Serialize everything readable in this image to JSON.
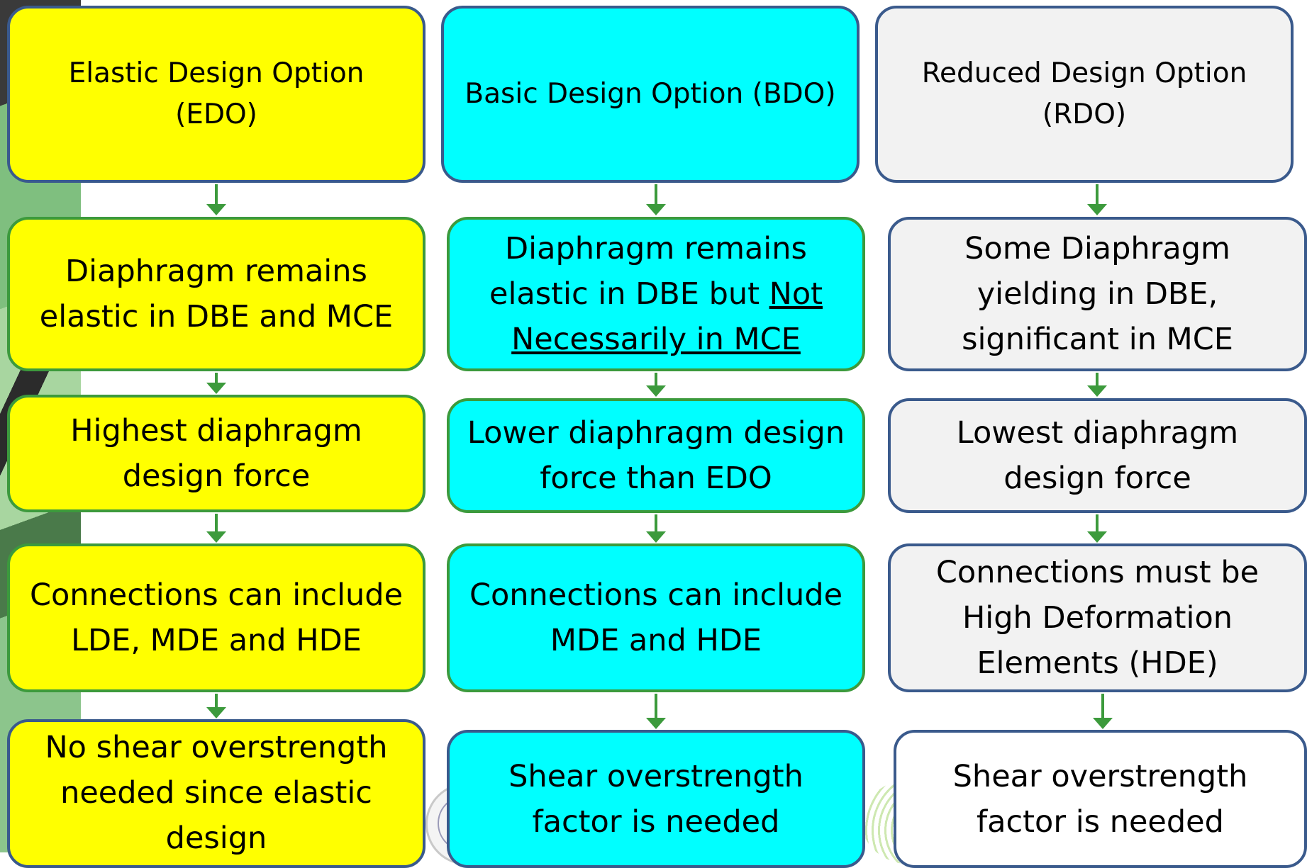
{
  "columns": [
    {
      "header": "Elastic Design Option\n(EDO)",
      "behavior": "Diaphragm remains\nelastic in DBE and MCE",
      "force": "Highest diaphragm\ndesign force",
      "connections": "Connections can include\nLDE, MDE and HDE",
      "overstrength": "No shear overstrength\nneeded since elastic\ndesign",
      "fill": "#ffff00"
    },
    {
      "header": "Basic Design Option (BDO)",
      "behavior_prefix": "Diaphragm remains\nelastic in DBE but ",
      "behavior_underline": "Not\nNecessarily in MCE",
      "force": "Lower diaphragm design\nforce than EDO",
      "connections": "Connections can include\nMDE and HDE",
      "overstrength": "Shear overstrength\nfactor is needed",
      "fill": "#00ffff"
    },
    {
      "header": "Reduced Design Option\n(RDO)",
      "behavior": "Some Diaphragm\nyielding in DBE,\nsignificant in MCE",
      "force": "Lowest diaphragm\ndesign force",
      "connections": "Connections must be\nHigh Deformation\nElements (HDE)",
      "overstrength": "Shear overstrength\nfactor is needed",
      "fill": "#f2f2f2"
    }
  ],
  "colors": {
    "arrow": "#3c9a3c",
    "border_blue": "#3a5a8c",
    "border_green": "#3c9a3c"
  }
}
